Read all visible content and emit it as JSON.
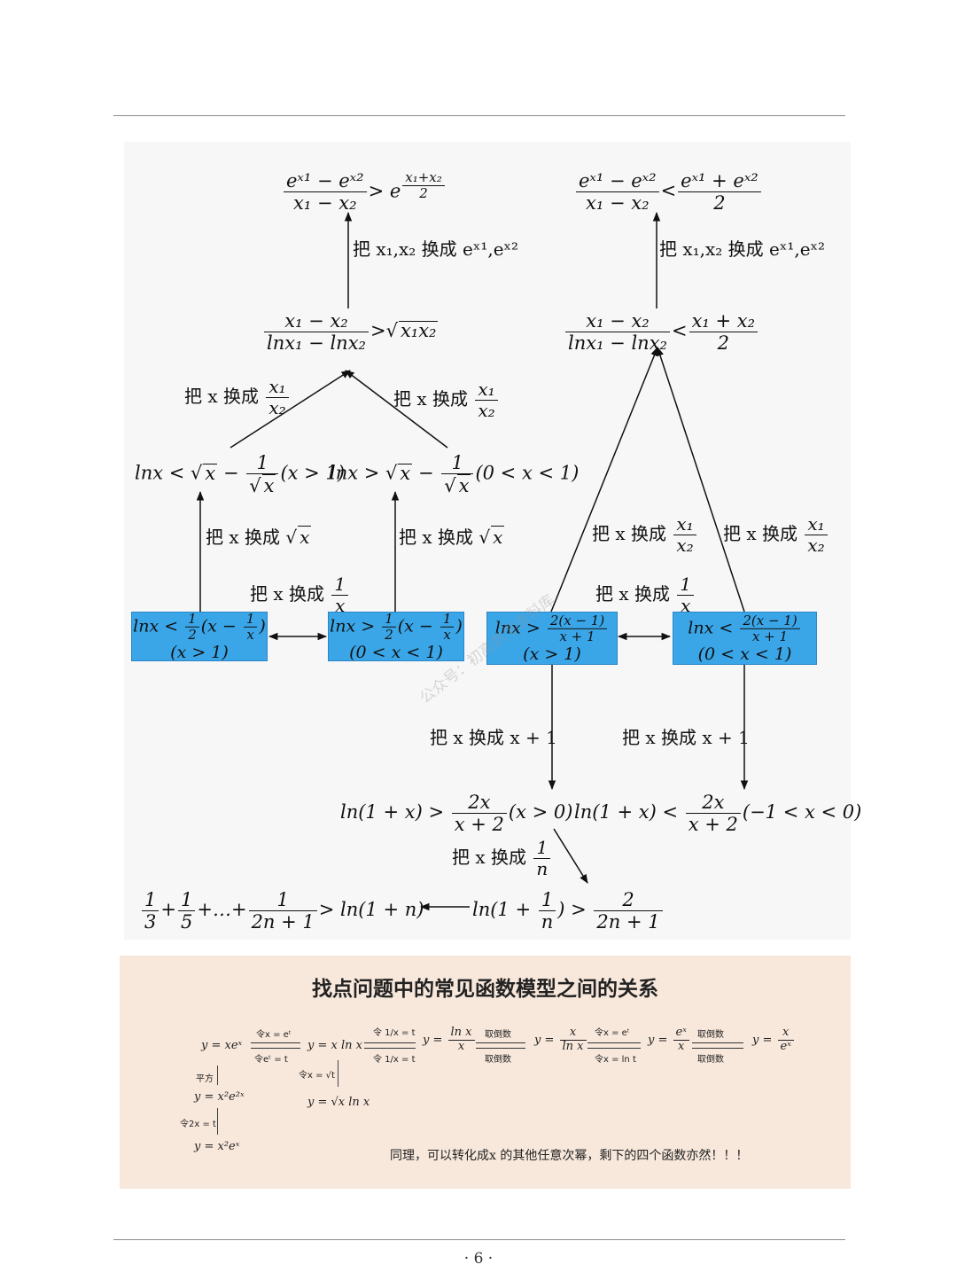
{
  "diagram": {
    "top_left": {
      "num": "eˣ¹ − eˣ²",
      "den": "x₁ − x₂",
      "rel": "> e",
      "exp_num": "x₁+x₂",
      "exp_den": "2"
    },
    "top_right": {
      "num": "eˣ¹ − eˣ²",
      "den": "x₁ − x₂",
      "rel": "<",
      "rnum": "eˣ¹ + eˣ²",
      "rden": "2"
    },
    "label_exp_left": "把 x₁,x₂ 换成 eˣ¹,eˣ²",
    "label_exp_right": "把 x₁,x₂ 换成 eˣ¹,eˣ²",
    "log_mean_left": {
      "num": "x₁ − x₂",
      "den": "lnx₁ − lnx₂",
      "rel": ">",
      "rhs": "x₁x₂"
    },
    "log_mean_right": {
      "num": "x₁ − x₂",
      "den": "lnx₁ − lnx₂",
      "rel": "<",
      "rnum": "x₁ + x₂",
      "rden": "2"
    },
    "label_ratio": "把 x 换成",
    "ratio_num": "x₁",
    "ratio_den": "x₂",
    "sqrt_ineq_1": {
      "a": "lnx < ",
      "b": "x",
      "c": " − ",
      "num": "1",
      "den": "x",
      "d": "(x > 1)"
    },
    "sqrt_ineq_2": {
      "a": "lnx > ",
      "b": "x",
      "c": " − ",
      "num": "1",
      "den": "x",
      "d": "(0 < x < 1)"
    },
    "label_sqrt": "把 x 换成",
    "sqrt_x": "x",
    "label_recip": "把 x 换成",
    "recip_num": "1",
    "recip_den": "x",
    "box1": {
      "a": "lnx < ",
      "h_num": "1",
      "h_den": "2",
      "b": "(x − ",
      "i_num": "1",
      "i_den": "x",
      "c": ")",
      "cond": "(x > 1)"
    },
    "box2": {
      "a": "lnx > ",
      "h_num": "1",
      "h_den": "2",
      "b": "(x − ",
      "i_num": "1",
      "i_den": "x",
      "c": ")",
      "cond": "(0 < x < 1)"
    },
    "box3": {
      "a": "lnx > ",
      "num": "2(x − 1)",
      "den": "x + 1",
      "cond": "(x > 1)"
    },
    "box4": {
      "a": "lnx < ",
      "num": "2(x − 1)",
      "den": "x + 1",
      "cond": "(0 < x < 1)"
    },
    "label_plus1": "把 x 换成 x + 1",
    "ln1x_left": {
      "a": "ln(1 + x) > ",
      "num": "2x",
      "den": "x + 2",
      "cond": "(x > 0)"
    },
    "ln1x_right": {
      "a": "ln(1 + x) < ",
      "num": "2x",
      "den": "x + 2",
      "cond": "(−1 < x < 0)"
    },
    "label_n": "把 x 换成",
    "n_num": "1",
    "n_den": "n",
    "series": {
      "t1n": "1",
      "t1d": "3",
      "plus": "+",
      "t2n": "1",
      "t2d": "5",
      "dots": "+…+",
      "t3n": "1",
      "t3d": "2n + 1",
      "rhs": "> ln(1 + n)"
    },
    "ln1n": {
      "a": "ln(1 + ",
      "num": "1",
      "den": "n",
      "b": ") > ",
      "rnum": "2",
      "rden": "2n + 1"
    }
  },
  "watermark": "公众号：初高数学资料库",
  "relation": {
    "title": "找点问题中的常见函数模型之间的关系",
    "f1": "y = xeˣ",
    "f2": "y = x ln x",
    "f3_num": "ln x",
    "f3_den": "x",
    "f4_num": "x",
    "f4_den": "ln x",
    "f5_num": "eˣ",
    "f5_den": "x",
    "f6_num": "x",
    "f6_den": "eˣ",
    "a1_top": "令x = eᵗ",
    "a1_bot": "令eᵗ = t",
    "a2_top": "令 1/x = t",
    "a2_bot": "令 1/x = t",
    "a3_top": "取倒数",
    "a3_bot": "取倒数",
    "a4_top": "令x = eᵗ",
    "a4_bot": "令x = ln t",
    "a5_top": "取倒数",
    "a5_bot": "取倒数",
    "down1": "平方",
    "f7": "y = x²e²ˣ",
    "down2": "令2x = t",
    "f8": "y = x²eˣ",
    "down3": "令x = √t",
    "f9": "y = √x ln x",
    "note": "同理，可以转化成x 的其他任意次幂，剩下的四个函数亦然！！！"
  },
  "page_number": "· 6 ·"
}
